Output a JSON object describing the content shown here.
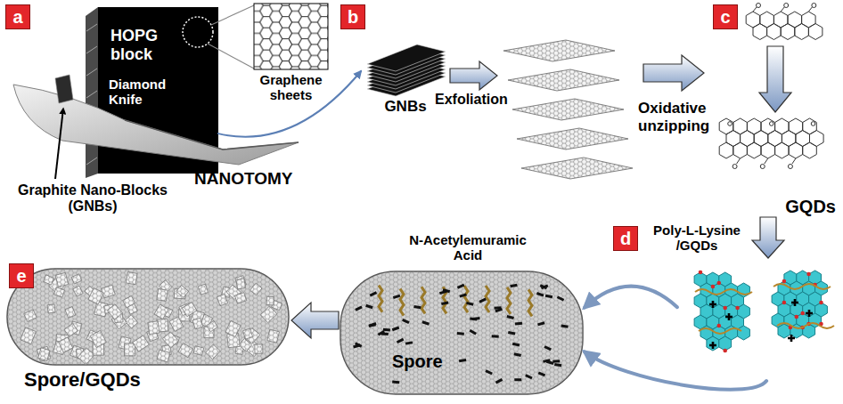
{
  "diagram": {
    "nodes": [
      {
        "text": [
          "HOPG block"
        ]
      },
      {
        "text": [
          "GNBs"
        ]
      },
      {
        "text": [
          "GQDs"
        ]
      },
      {
        "text": [
          "Poly-L-Lysine /GQDs"
        ]
      },
      {
        "text": [
          "N-Acetylemuramic Acid",
          "Spore"
        ]
      },
      {
        "text": [
          "Spore/GQDs"
        ]
      }
    ],
    "edges": [
      {
        "from": 0,
        "to": 1,
        "arrow": "to"
      },
      {
        "from": 2,
        "to": 3,
        "arrow": "to"
      },
      {
        "from": 3,
        "to": 4,
        "arrow": "to"
      },
      {
        "from": 3,
        "to": 4,
        "arrow": "to"
      },
      {
        "from": 4,
        "to": 5,
        "arrow": "to"
      }
    ],
    "labels": [
      "a",
      "Graphene sheets",
      "Diamond Knife",
      "Graphite Nano-Blocks (GNBs)",
      "NANOTOMY",
      "b",
      "Exfoliation",
      "Oxidative unzipping",
      "c",
      "d",
      "e"
    ]
  }
}
